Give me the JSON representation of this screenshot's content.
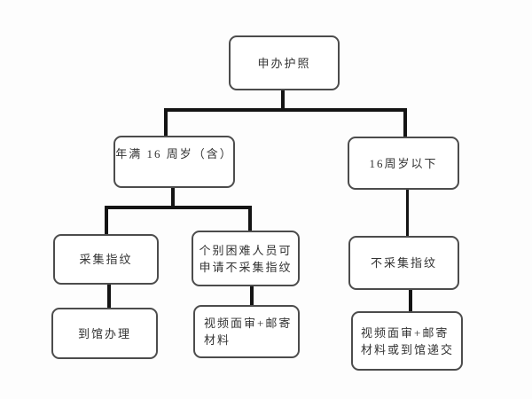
{
  "colors": {
    "background": "#fdfdfd",
    "box_fill": "#ffffff",
    "box_border": "#4c4c4c",
    "connector": "#141414",
    "text": "#333333"
  },
  "flowchart": {
    "type": "tree-flowchart",
    "nodes": {
      "root": {
        "label": "申办护照"
      },
      "age_16_plus": {
        "label": "年满 16 周岁（含）"
      },
      "under_16": {
        "label": "16周岁以下"
      },
      "collect_fingerprints": {
        "label": "采集指纹"
      },
      "difficulty_exempt": {
        "line1": "个别困难人员可",
        "line2": "申请不采集指纹"
      },
      "no_fingerprints": {
        "label": "不采集指纹"
      },
      "visit_office": {
        "label": "到馆办理"
      },
      "video_mail": {
        "line1": "视频面审+邮寄",
        "line2": "材料"
      },
      "video_mail_or_visit": {
        "line1": "视频面审+邮寄",
        "line2": "材料或到馆递交"
      }
    },
    "edges": [
      {
        "from": "root",
        "to": "age_16_plus"
      },
      {
        "from": "root",
        "to": "under_16"
      },
      {
        "from": "age_16_plus",
        "to": "collect_fingerprints"
      },
      {
        "from": "age_16_plus",
        "to": "difficulty_exempt"
      },
      {
        "from": "under_16",
        "to": "no_fingerprints"
      },
      {
        "from": "collect_fingerprints",
        "to": "visit_office"
      },
      {
        "from": "difficulty_exempt",
        "to": "video_mail"
      },
      {
        "from": "no_fingerprints",
        "to": "video_mail_or_visit"
      }
    ]
  }
}
